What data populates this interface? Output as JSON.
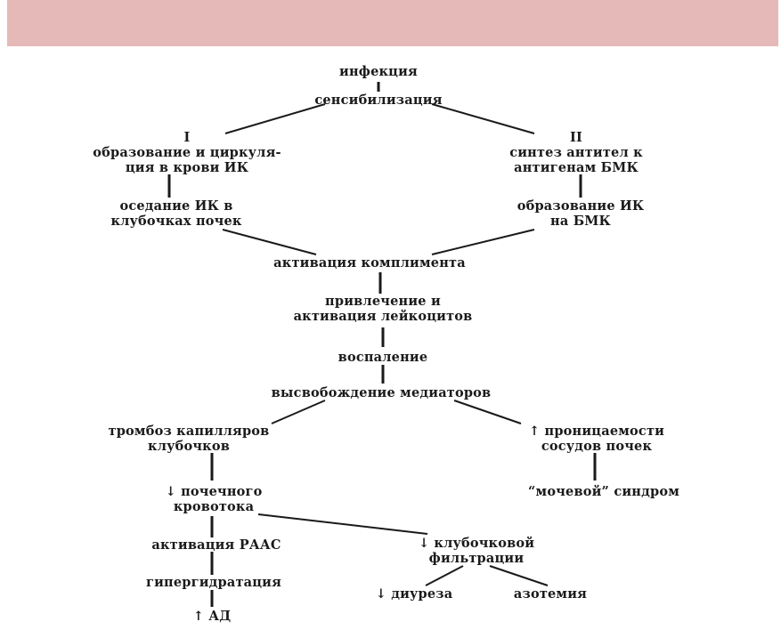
{
  "nodes": {
    "infection": "инфекция",
    "sensitization": "сенсибилизация",
    "path1_num": "I",
    "path1_line1": "образование и циркуля-",
    "path1_line2": "ция в крови ИК",
    "path2_num": "II",
    "path2_line1": "синтез антител к",
    "path2_line2": "антигенам БМК",
    "ik_deposit_line1": "оседание ИК в",
    "ik_deposit_line2": "клубочках почек",
    "ik_on_bmk_line1": "образование ИК",
    "ik_on_bmk_line2": "на БМК",
    "complement": "активация комплимента",
    "leuko_line1": "привлечение и",
    "leuko_line2": "активация лейкоцитов",
    "inflammation": "воспаление",
    "mediators": "высвобождение медиаторов",
    "thrombosis_line1": "тромбоз капилляров",
    "thrombosis_line2": "клубочков",
    "permeability_line1": "↑ проницаемости",
    "permeability_line2": "сосудов почек",
    "urinary": "“мочевой” синдром",
    "bloodflow_line1": "↓ почечного",
    "bloodflow_line2": "кровотока",
    "raas": "активация РААС",
    "filtration_line1": "↓ клубочковой",
    "filtration_line2": "фильтрации",
    "hyperhydration": "гипергидратация",
    "bp": "↑ АД",
    "diuresis": "↓ диуреза",
    "azotemia": "азотемия"
  },
  "colors": {
    "banner": "#e6b9b9",
    "text": "#1a1a1a"
  }
}
